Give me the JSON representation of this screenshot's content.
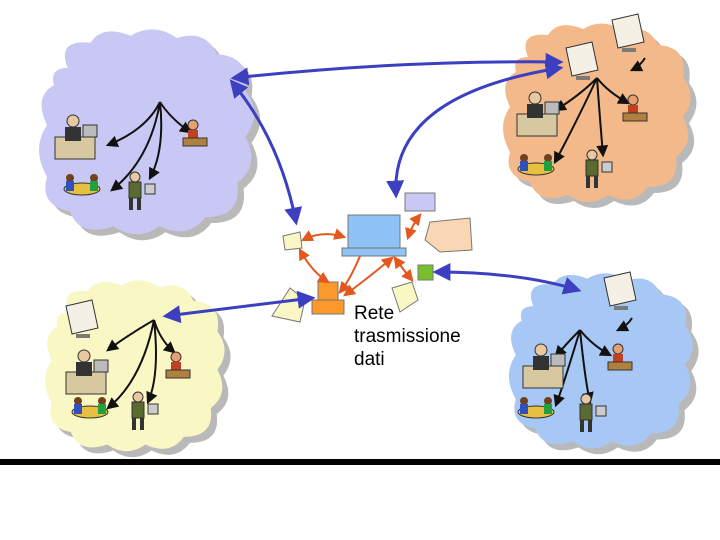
{
  "network_label": [
    "Rete",
    "trasmissione",
    "dati"
  ],
  "colors": {
    "cloud_top_left": "#c9c8f4",
    "cloud_top_right": "#f4b98a",
    "cloud_bottom_left": "#f9f8c4",
    "cloud_bottom_right": "#a7c8f4",
    "cloud_shadow": "#b9b9b9",
    "link_arrow": "#3b3fc0",
    "local_arrow": "#111111",
    "network_arrow": "#e2581e",
    "node_center": "#8fc2f5",
    "node_bottom": "#fb9a2a",
    "node_top": "#c9c8f4",
    "node_right_green": "#78c02a",
    "node_left": "#f9f8c4",
    "node_peach": "#f9d7b4"
  },
  "icons": [
    "office-worker-icon",
    "operator-icon",
    "meeting-icon",
    "technician-icon",
    "computer-icon",
    "network-node-icon"
  ]
}
